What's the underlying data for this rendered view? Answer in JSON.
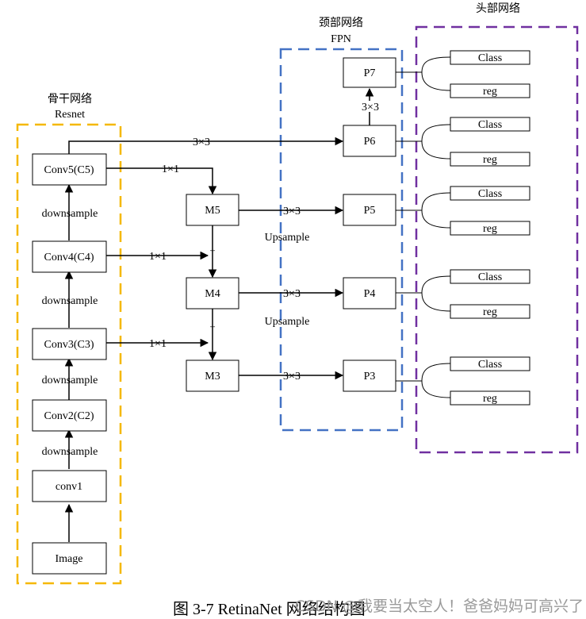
{
  "groups": {
    "backbone": {
      "title": "骨干网络",
      "subtitle": "Resnet",
      "color": "#f5b800"
    },
    "neck": {
      "title": "颈部网络",
      "subtitle": "FPN",
      "color": "#4472c4"
    },
    "head": {
      "title": "头部网络",
      "color": "#7030a0"
    }
  },
  "backbone": {
    "image": "Image",
    "conv1": "conv1",
    "c2": "Conv2(C2)",
    "c3": "Conv3(C3)",
    "c4": "Conv4(C4)",
    "c5": "Conv5(C5)",
    "downsample": "downsample"
  },
  "merge": {
    "m3": "M3",
    "m4": "M4",
    "m5": "M5",
    "upsample": "Upsample",
    "plus": "+"
  },
  "pyramid": {
    "p3": "P3",
    "p4": "P4",
    "p5": "P5",
    "p6": "P6",
    "p7": "P7"
  },
  "ops": {
    "conv1x1": "1×1",
    "conv3x3": "3×3"
  },
  "head": {
    "class": "Class",
    "reg": "reg"
  },
  "caption": "图 3-7    RetinaNet 网络结构图",
  "watermark": "CSDN @我要当太空人！爸爸妈妈可高兴了"
}
